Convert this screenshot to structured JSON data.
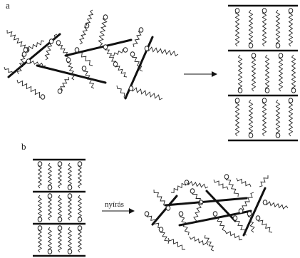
{
  "panels": {
    "a": {
      "label": "a"
    },
    "b": {
      "label": "b",
      "arrow_label": "nyírás"
    }
  },
  "glyphs": {
    "head": "O"
  },
  "colors": {
    "ink": "#111111",
    "background": "#ffffff"
  }
}
